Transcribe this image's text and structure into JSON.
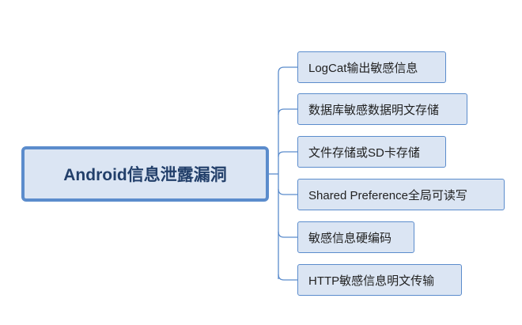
{
  "diagram": {
    "root": {
      "label": "Android信息泄露漏洞"
    },
    "children": [
      {
        "label": "LogCat输出敏感信息"
      },
      {
        "label": "数据库敏感数据明文存储"
      },
      {
        "label": "文件存储或SD卡存储"
      },
      {
        "label": "Shared Preference全局可读写"
      },
      {
        "label": "敏感信息硬编码"
      },
      {
        "label": "HTTP敏感信息明文传输"
      }
    ],
    "colors": {
      "node_fill": "#dbe5f3",
      "node_border": "#5b8ccc",
      "connector": "#5b8ccc",
      "root_text": "#223f6a"
    }
  }
}
